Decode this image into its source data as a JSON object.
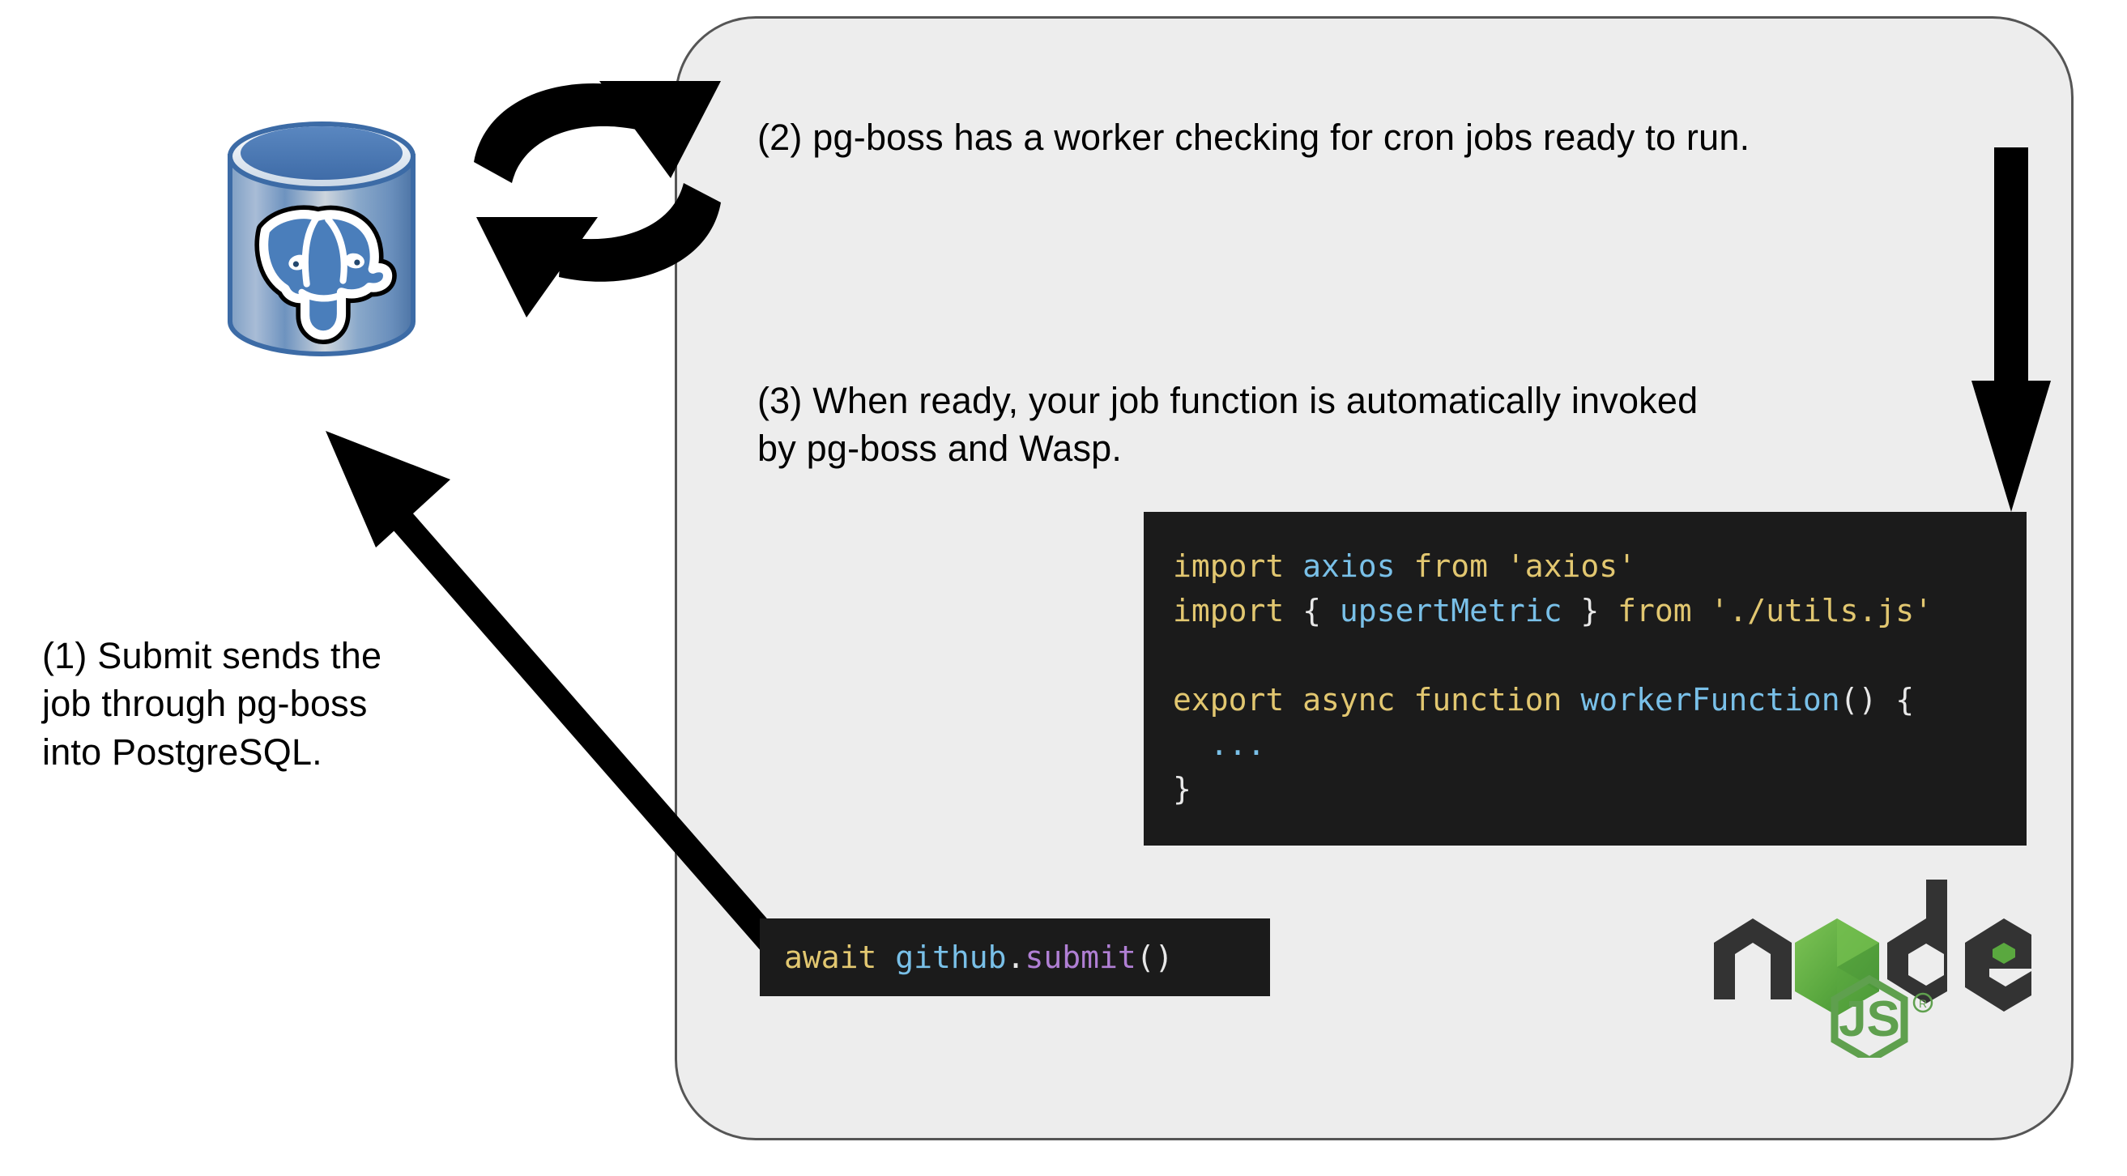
{
  "diagram": {
    "title": "Wasp pg-boss job flow",
    "background_color": "#ffffff",
    "panel": {
      "name": "worker-process-panel",
      "fill_color": "#ededed",
      "border_color": "#555555"
    }
  },
  "steps": [
    {
      "id": "1",
      "label": "(1) Submit sends the\njob through pg-boss\ninto PostgreSQL."
    },
    {
      "id": "2",
      "label": "(2) pg-boss has a worker checking for cron jobs ready to run."
    },
    {
      "id": "3",
      "label": "(3) When ready, your job function is automatically invoked\nby pg-boss and Wasp."
    }
  ],
  "code_blocks": {
    "worker": {
      "name": "worker-function-code",
      "background_color": "#1b1b1b",
      "lines": [
        [
          {
            "text": "import ",
            "token": "keyword"
          },
          {
            "text": "axios ",
            "token": "identifier"
          },
          {
            "text": "from ",
            "token": "keyword"
          },
          {
            "text": "'axios'",
            "token": "string"
          }
        ],
        [
          {
            "text": "import ",
            "token": "keyword"
          },
          {
            "text": "{ ",
            "token": "punctuation"
          },
          {
            "text": "upsertMetric ",
            "token": "identifier"
          },
          {
            "text": "} ",
            "token": "punctuation"
          },
          {
            "text": "from ",
            "token": "keyword"
          },
          {
            "text": "'./utils.js'",
            "token": "string"
          }
        ],
        [],
        [
          {
            "text": "export async function ",
            "token": "keyword"
          },
          {
            "text": "workerFunction",
            "token": "function"
          },
          {
            "text": "() {",
            "token": "punctuation"
          }
        ],
        [
          {
            "text": "  ...",
            "token": "identifier"
          }
        ],
        [
          {
            "text": "}",
            "token": "punctuation"
          }
        ]
      ],
      "plain_text": "import axios from 'axios'\nimport { upsertMetric } from './utils.js'\n\nexport async function workerFunction() {\n  ...\n}"
    },
    "submit": {
      "name": "submit-call-code",
      "background_color": "#1b1b1b",
      "lines": [
        [
          {
            "text": "await ",
            "token": "keyword"
          },
          {
            "text": "github",
            "token": "identifier"
          },
          {
            "text": ".",
            "token": "punctuation"
          },
          {
            "text": "submit",
            "token": "method"
          },
          {
            "text": "()",
            "token": "punctuation"
          }
        ]
      ],
      "plain_text": "await github.submit()"
    }
  },
  "logos": {
    "postgres": {
      "name": "postgresql-database-icon",
      "alt": "PostgreSQL database cylinder with elephant",
      "body_color": "#4a7ebb",
      "top_color": "#4a7ebb",
      "elephant_outline": "#ffffff"
    },
    "node": {
      "name": "nodejs-logo",
      "alt": "Node.js",
      "wordmark": "node",
      "badge_text": "JS",
      "trademark": "®",
      "dark_color": "#333333",
      "green_color": "#5fa04e"
    }
  },
  "arrows": {
    "sync": {
      "name": "sync-arrows-icon",
      "alt": "bidirectional sync between PostgreSQL and worker",
      "color": "#000000"
    },
    "down": {
      "name": "down-arrow",
      "alt": "worker invokes job function",
      "color": "#000000"
    },
    "diagonal": {
      "name": "diagonal-arrow-to-database",
      "alt": "submit call writes into PostgreSQL",
      "color": "#000000"
    }
  },
  "token_colors": {
    "keyword": "#e2c770",
    "identifier": "#79c0e8",
    "string": "#e2c770",
    "function": "#79c0e8",
    "method": "#b07fd4",
    "punctuation": "#e8e8e8"
  }
}
